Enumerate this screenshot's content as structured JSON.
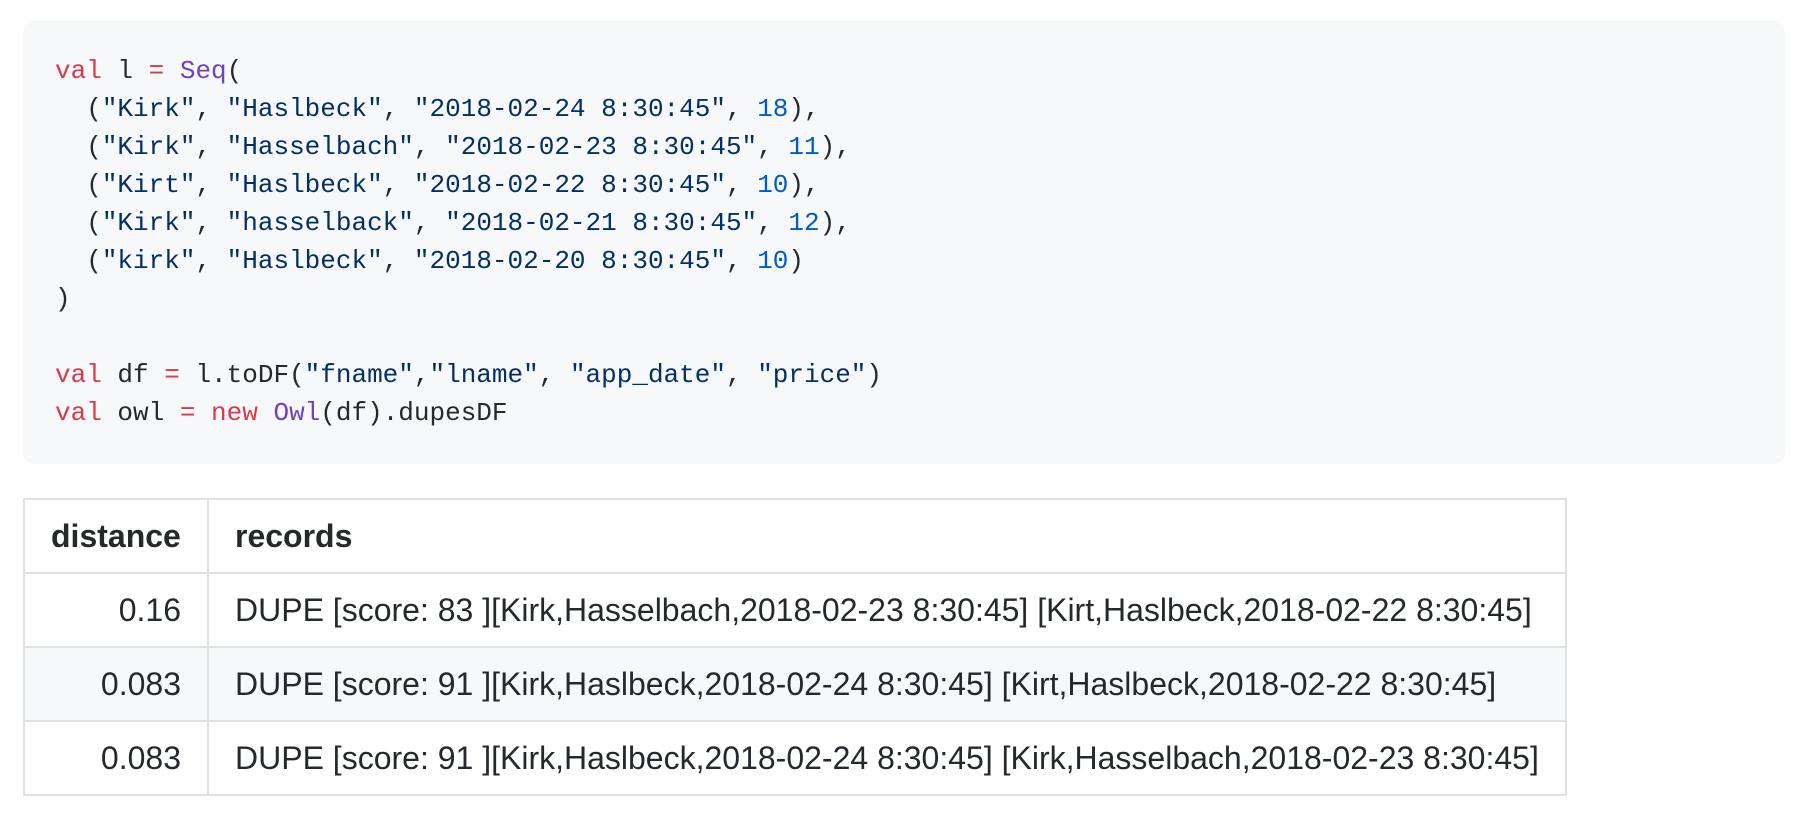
{
  "code": {
    "language": "scala",
    "lines": [
      [
        [
          "kw",
          "val"
        ],
        [
          "pl",
          " l "
        ],
        [
          "kw",
          "="
        ],
        [
          "pl",
          " "
        ],
        [
          "cls",
          "Seq"
        ],
        [
          "pl",
          "("
        ]
      ],
      [
        [
          "pl",
          "  ("
        ],
        [
          "str",
          "\"Kirk\""
        ],
        [
          "pl",
          ", "
        ],
        [
          "str",
          "\"Haslbeck\""
        ],
        [
          "pl",
          ", "
        ],
        [
          "str",
          "\"2018-02-24 8:30:45\""
        ],
        [
          "pl",
          ", "
        ],
        [
          "num",
          "18"
        ],
        [
          "pl",
          "),"
        ]
      ],
      [
        [
          "pl",
          "  ("
        ],
        [
          "str",
          "\"Kirk\""
        ],
        [
          "pl",
          ", "
        ],
        [
          "str",
          "\"Hasselbach\""
        ],
        [
          "pl",
          ", "
        ],
        [
          "str",
          "\"2018-02-23 8:30:45\""
        ],
        [
          "pl",
          ", "
        ],
        [
          "num",
          "11"
        ],
        [
          "pl",
          "),"
        ]
      ],
      [
        [
          "pl",
          "  ("
        ],
        [
          "str",
          "\"Kirt\""
        ],
        [
          "pl",
          ", "
        ],
        [
          "str",
          "\"Haslbeck\""
        ],
        [
          "pl",
          ", "
        ],
        [
          "str",
          "\"2018-02-22 8:30:45\""
        ],
        [
          "pl",
          ", "
        ],
        [
          "num",
          "10"
        ],
        [
          "pl",
          "),"
        ]
      ],
      [
        [
          "pl",
          "  ("
        ],
        [
          "str",
          "\"Kirk\""
        ],
        [
          "pl",
          ", "
        ],
        [
          "str",
          "\"hasselback\""
        ],
        [
          "pl",
          ", "
        ],
        [
          "str",
          "\"2018-02-21 8:30:45\""
        ],
        [
          "pl",
          ", "
        ],
        [
          "num",
          "12"
        ],
        [
          "pl",
          "),"
        ]
      ],
      [
        [
          "pl",
          "  ("
        ],
        [
          "str",
          "\"kirk\""
        ],
        [
          "pl",
          ", "
        ],
        [
          "str",
          "\"Haslbeck\""
        ],
        [
          "pl",
          ", "
        ],
        [
          "str",
          "\"2018-02-20 8:30:45\""
        ],
        [
          "pl",
          ", "
        ],
        [
          "num",
          "10"
        ],
        [
          "pl",
          ")"
        ]
      ],
      [
        [
          "pl",
          ")"
        ]
      ],
      [],
      [
        [
          "kw",
          "val"
        ],
        [
          "pl",
          " df "
        ],
        [
          "kw",
          "="
        ],
        [
          "pl",
          " l.toDF("
        ],
        [
          "str",
          "\"fname\""
        ],
        [
          "pl",
          ","
        ],
        [
          "str",
          "\"lname\""
        ],
        [
          "pl",
          ", "
        ],
        [
          "str",
          "\"app_date\""
        ],
        [
          "pl",
          ", "
        ],
        [
          "str",
          "\"price\""
        ],
        [
          "pl",
          ")"
        ]
      ],
      [
        [
          "kw",
          "val"
        ],
        [
          "pl",
          " owl "
        ],
        [
          "kw",
          "="
        ],
        [
          "pl",
          " "
        ],
        [
          "kw",
          "new"
        ],
        [
          "pl",
          " "
        ],
        [
          "cls",
          "Owl"
        ],
        [
          "pl",
          "(df).dupesDF"
        ]
      ]
    ]
  },
  "table": {
    "headers": [
      "distance",
      "records"
    ],
    "rows": [
      [
        "0.16",
        "DUPE [score: 83 ][Kirk,Hasselbach,2018-02-23 8:30:45] [Kirt,Haslbeck,2018-02-22 8:30:45]"
      ],
      [
        "0.083",
        "DUPE [score: 91 ][Kirk,Haslbeck,2018-02-24 8:30:45] [Kirt,Haslbeck,2018-02-22 8:30:45]"
      ],
      [
        "0.083",
        "DUPE [score: 91 ][Kirk,Haslbeck,2018-02-24 8:30:45] [Kirk,Hasselbach,2018-02-23 8:30:45]"
      ]
    ]
  },
  "colors": {
    "code_background": "#f6f8fa",
    "keyword": "#d73a49",
    "class_name": "#6f42c1",
    "string": "#032f62",
    "number": "#005cc5",
    "plain_text": "#24292e",
    "table_border": "#dfe2e5",
    "table_alt_row": "#f6f8fa",
    "page_background": "#ffffff"
  }
}
